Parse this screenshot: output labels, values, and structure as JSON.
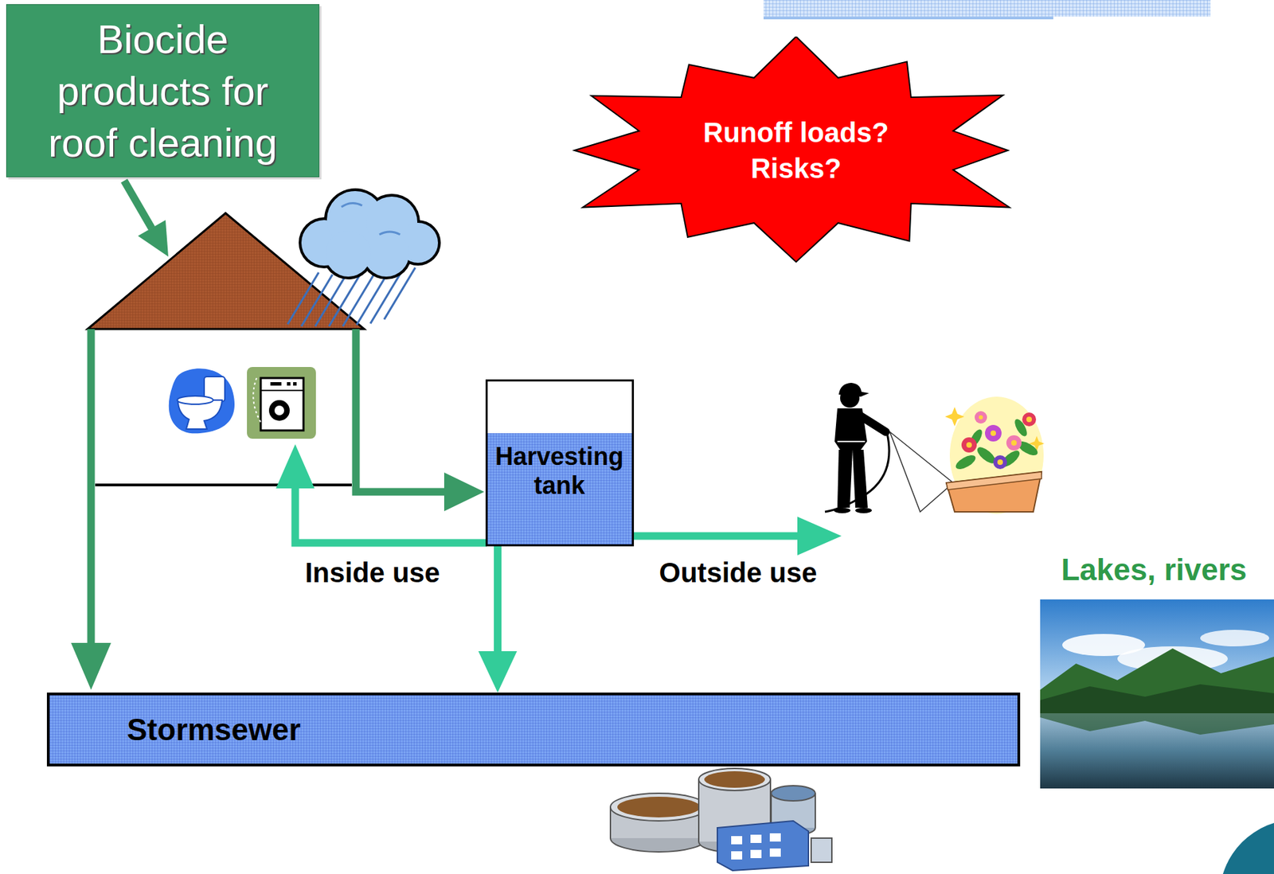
{
  "diagram": {
    "nodes": [
      {
        "text": [
          "Biocide products for roof cleaning"
        ]
      },
      {
        "text": [
          "Runoff loads? Risks?"
        ]
      },
      {
        "text": [
          "Harvesting tank"
        ]
      },
      {
        "text": [
          "Stormsewer"
        ]
      }
    ],
    "edges": [
      {
        "from": 2,
        "to": 3,
        "arrow": "to"
      }
    ],
    "labels": [
      "Inside use",
      "Outside use",
      "Lakes, rivers"
    ]
  }
}
